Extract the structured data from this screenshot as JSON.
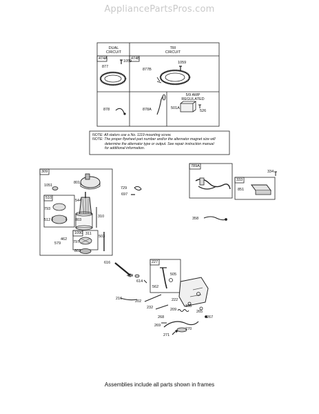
{
  "watermark": "AppliancePartsPros.com",
  "top_table": {
    "col1_header": [
      "DUAL",
      "CIRCUIT"
    ],
    "col2_header": [
      "TRI",
      "CIRCUIT"
    ],
    "box_474A": "474A",
    "box_474B": "474B",
    "part_1059_left": "1059",
    "part_877": "877",
    "part_1059_right": "1059",
    "part_877B": "877B",
    "part_878": "878",
    "part_878A": "878A",
    "amp_label": [
      "5/9 AMP",
      "REGULATED"
    ],
    "part_501A": "501A",
    "part_526": "526"
  },
  "notes": {
    "note1": "NOTE: All stators use a No. 1119 mounting screw.",
    "note2_l1": "NOTE: The proper flywheel part number and/or the alternator magnet size will",
    "note2_l2": "determine the alternator type or output. See repair instruction manual",
    "note2_l3": "for additional information."
  },
  "starter": {
    "frame": "309",
    "p1051": "1051",
    "p801": "801",
    "p510": "510",
    "p544": "544",
    "p793": "793",
    "p512": "512",
    "p803": "803",
    "p310": "310",
    "p1090": "1090",
    "p311": "311",
    "p503": "503",
    "p462": "462",
    "p579": "579",
    "p797": "797",
    "p802": "802"
  },
  "misc": {
    "p729": "729",
    "p697": "697",
    "p789A": "789A",
    "p334": "334",
    "p333": "333",
    "p851": "851",
    "p358": "358",
    "p616": "616",
    "p404": "404",
    "p614": "614",
    "p227": "227",
    "p505": "505",
    "p562": "562",
    "p216": "216",
    "p202": "202",
    "p222": "222",
    "p188": "188",
    "p232": "232",
    "p209": "209",
    "p265": "265",
    "p268": "268",
    "p267": "267",
    "p269": "269",
    "p270": "270",
    "p271": "271"
  },
  "footer": "Assemblies include all parts shown in frames"
}
